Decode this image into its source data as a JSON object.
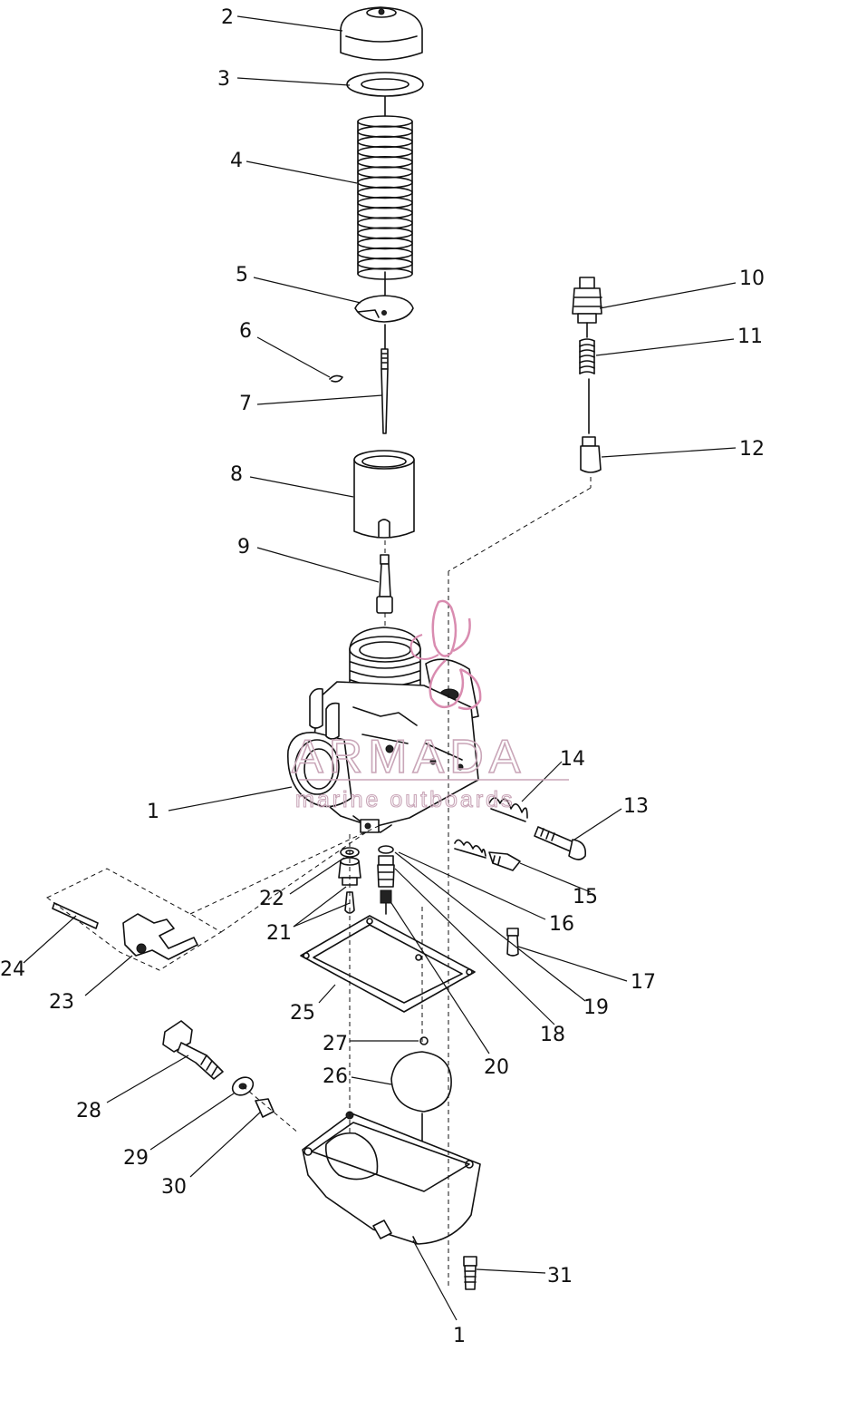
{
  "watermark": {
    "title": "ARMADA",
    "subtitle": "marine outboards",
    "color": "#c9a6b8"
  },
  "callouts": [
    {
      "id": "1a",
      "text": "1"
    },
    {
      "id": "1b",
      "text": "1"
    },
    {
      "id": "2",
      "text": "2"
    },
    {
      "id": "3",
      "text": "3"
    },
    {
      "id": "4",
      "text": "4"
    },
    {
      "id": "5",
      "text": "5"
    },
    {
      "id": "6",
      "text": "6"
    },
    {
      "id": "7",
      "text": "7"
    },
    {
      "id": "8",
      "text": "8"
    },
    {
      "id": "9",
      "text": "9"
    },
    {
      "id": "10",
      "text": "10"
    },
    {
      "id": "11",
      "text": "11"
    },
    {
      "id": "12",
      "text": "12"
    },
    {
      "id": "13",
      "text": "13"
    },
    {
      "id": "14",
      "text": "14"
    },
    {
      "id": "15",
      "text": "15"
    },
    {
      "id": "16",
      "text": "16"
    },
    {
      "id": "17",
      "text": "17"
    },
    {
      "id": "18",
      "text": "18"
    },
    {
      "id": "19",
      "text": "19"
    },
    {
      "id": "20",
      "text": "20"
    },
    {
      "id": "21",
      "text": "21"
    },
    {
      "id": "22",
      "text": "22"
    },
    {
      "id": "23",
      "text": "23"
    },
    {
      "id": "24",
      "text": "24"
    },
    {
      "id": "25",
      "text": "25"
    },
    {
      "id": "26",
      "text": "26"
    },
    {
      "id": "27",
      "text": "27"
    },
    {
      "id": "28",
      "text": "28"
    },
    {
      "id": "29",
      "text": "29"
    },
    {
      "id": "30",
      "text": "30"
    },
    {
      "id": "31",
      "text": "31"
    }
  ]
}
